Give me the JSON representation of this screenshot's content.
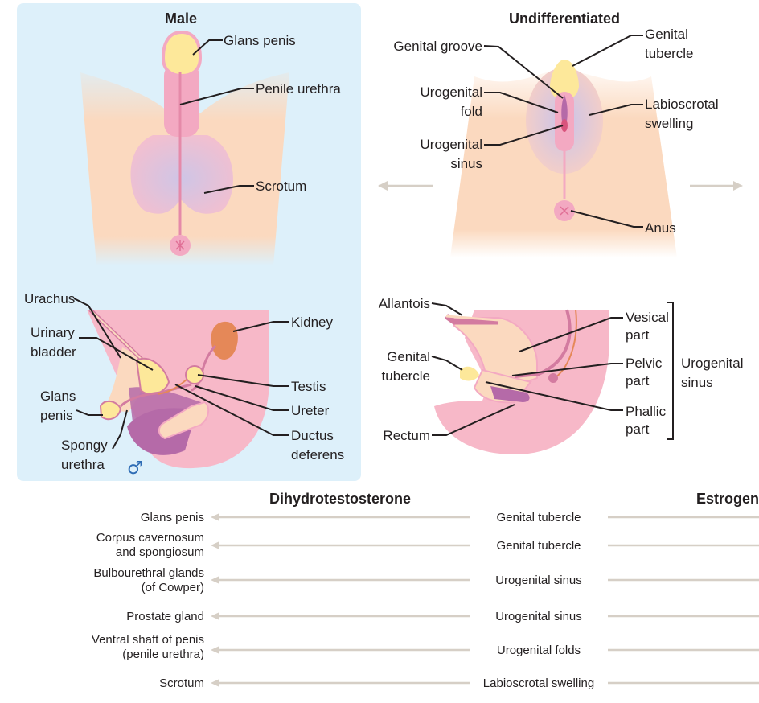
{
  "male_panel": {
    "title": "Male",
    "symbol": "♂",
    "labels": {
      "glans_penis": "Glans penis",
      "penile_urethra": "Penile urethra",
      "scrotum": "Scrotum",
      "urachus": "Urachus",
      "urinary_bladder": [
        "Urinary",
        "bladder"
      ],
      "glans_penis_lower": [
        "Glans",
        "penis"
      ],
      "spongy_urethra": [
        "Spongy",
        "urethra"
      ],
      "kidney": "Kidney",
      "testis": "Testis",
      "ureter": "Ureter",
      "ductus_deferens": [
        "Ductus",
        "deferens"
      ]
    }
  },
  "undiff_panel": {
    "title": "Undifferentiated",
    "labels": {
      "genital_groove": "Genital groove",
      "genital_tubercle": [
        "Genital",
        "tubercle"
      ],
      "urogenital_fold": [
        "Urogenital",
        "fold"
      ],
      "labioscrotal_swelling": [
        "Labioscrotal",
        "swelling"
      ],
      "urogenital_sinus": [
        "Urogenital",
        "sinus"
      ],
      "anus": "Anus",
      "allantois": "Allantois",
      "genital_tubercle_lower": [
        "Genital",
        "tubercle"
      ],
      "rectum": "Rectum",
      "vesical_part": [
        "Vesical",
        "part"
      ],
      "pelvic_part": [
        "Pelvic",
        "part"
      ],
      "phallic_part": [
        "Phallic",
        "part"
      ],
      "urogenital_sinus_bracket": [
        "Urogenital",
        "sinus"
      ]
    }
  },
  "table": {
    "left_header": "Dihydrotestosterone",
    "right_header": "Estrogen",
    "rows": [
      {
        "male": [
          "Glans penis"
        ],
        "origin": "Genital tubercle"
      },
      {
        "male": [
          "Corpus cavernosum",
          "and spongiosum"
        ],
        "origin": "Genital tubercle"
      },
      {
        "male": [
          "Bulbourethral glands",
          "(of Cowper)"
        ],
        "origin": "Urogenital sinus"
      },
      {
        "male": [
          "Prostate gland"
        ],
        "origin": "Urogenital sinus"
      },
      {
        "male": [
          "Ventral shaft of penis",
          "(penile urethra)"
        ],
        "origin": "Urogenital folds"
      },
      {
        "male": [
          "Scrotum"
        ],
        "origin": "Labioscrotal swelling"
      }
    ]
  },
  "colors": {
    "male_panel_bg": "#ddf0fa",
    "skin": "#fbd9bf",
    "pink": "#f3a9c2",
    "light_pink": "#f8c9d6",
    "yellow": "#fde89a",
    "lavender": "#cfc5e6",
    "purple": "#b56aa8",
    "arrow": "#d6cfc6",
    "male_symbol": "#2f6db5"
  }
}
